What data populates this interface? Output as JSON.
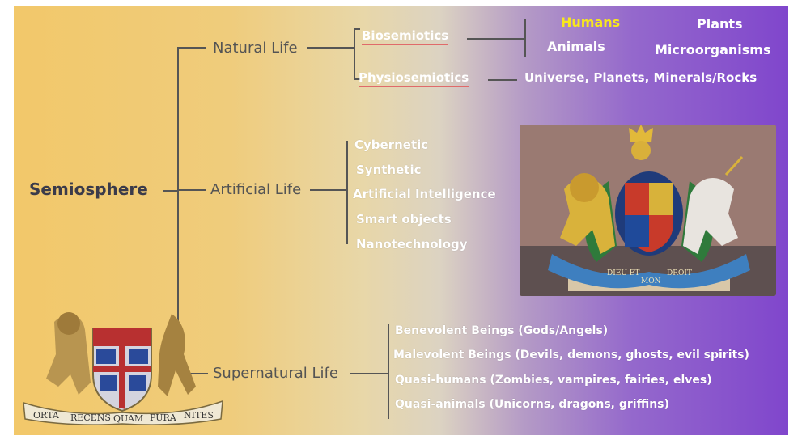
{
  "root": "Semiosphere",
  "natural": {
    "label": "Natural Life",
    "biosemiotics": "Biosemiotics",
    "physiosemiotics": "Physiosemiotics",
    "bio_items": [
      "Humans",
      "Plants",
      "Animals",
      "Microorganisms"
    ],
    "physio_items": "Universe, Planets, Minerals/Rocks"
  },
  "artificial": {
    "label": "Artificial Life",
    "items": [
      "Cybernetic",
      "Synthetic",
      "Artificial Intelligence",
      "Smart objects",
      "Nanotechnology"
    ]
  },
  "supernatural": {
    "label": "Supernatural Life",
    "items": [
      "Benevolent Beings (Gods/Angels)",
      "Malevolent Beings (Devils, demons, ghosts, evil spirits)",
      "Quasi-humans (Zombies, vampires, fairies, elves)",
      "Quasi-animals (Unicorns, dragons, griffins)"
    ]
  },
  "crest": {
    "motto": [
      "ORTA",
      "RECENS",
      "QUAM",
      "PURA",
      "NITES"
    ],
    "royal_motto_left": "DIEU ET",
    "royal_motto_right": "DROIT",
    "royal_motto_mid": "MON"
  },
  "colors": {
    "highlight": "#f8e81c",
    "branch_text": "#545454",
    "root_text": "#3b3b4a"
  }
}
